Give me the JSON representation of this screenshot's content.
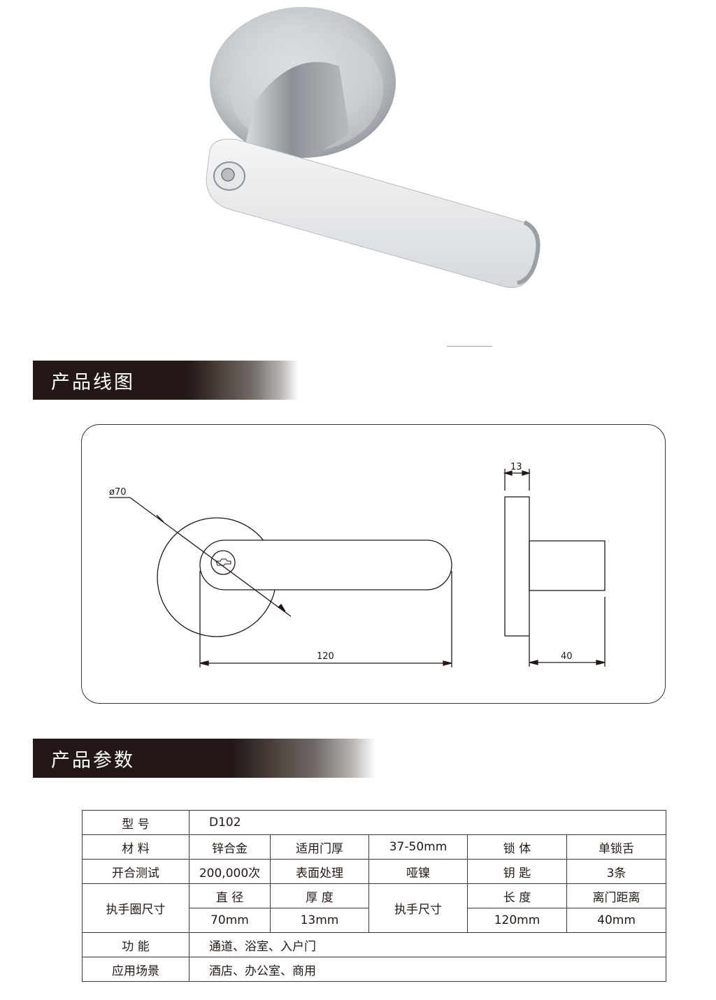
{
  "product_photo": {
    "icon": "door-lever-handle-photo",
    "alt": "brushed stainless lever handle with key cylinder on round rose"
  },
  "sections": {
    "line_drawing": {
      "title": "产品线图"
    },
    "parameters": {
      "title": "产品参数"
    }
  },
  "drawing": {
    "front_view": {
      "diameter_label": "ø70",
      "length_label": "120"
    },
    "side_view": {
      "rose_thickness_label": "13",
      "projection_label": "40"
    }
  },
  "spec_table": {
    "model": {
      "label": "型 号",
      "value": "D102"
    },
    "material": {
      "label": "材 料",
      "value": "锌合金"
    },
    "door_thickness": {
      "label": "适用门厚",
      "value": "37-50mm"
    },
    "lock_body": {
      "label": "锁 体",
      "value": "单锁舌"
    },
    "cycle_test": {
      "label": "开合测试",
      "value": "200,000次"
    },
    "finish": {
      "label": "表面处理",
      "value": "哑镍"
    },
    "keys": {
      "label": "钥 匙",
      "value": "3条"
    },
    "rose_size": {
      "label": "执手圈尺寸",
      "diameter_label": "直 径",
      "diameter_value": "70mm",
      "thickness_label": "厚 度",
      "thickness_value": "13mm"
    },
    "handle_size": {
      "label": "执手尺寸",
      "length_label": "长 度",
      "length_value": "120mm",
      "projection_label": "离门距离",
      "projection_value": "40mm"
    },
    "function": {
      "label": "功 能",
      "value": "通道、浴室、入户门"
    },
    "application": {
      "label": "应用场景",
      "value": "酒店、办公室、商用"
    }
  },
  "colors": {
    "header_bar": "#231815",
    "line": "#3e3532",
    "text": "#231815"
  }
}
